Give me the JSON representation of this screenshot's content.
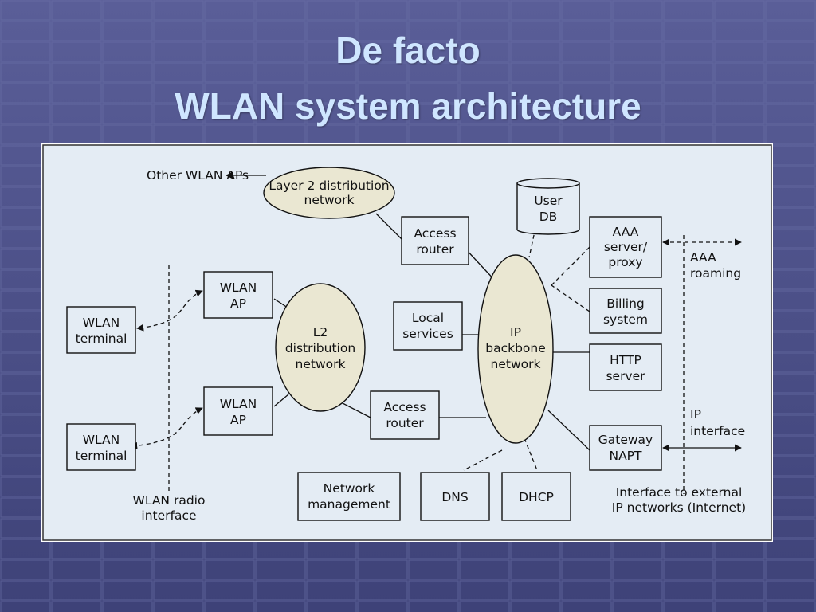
{
  "slide": {
    "title_line1": "De facto",
    "title_line2": "WLAN system architecture"
  },
  "colors": {
    "background": "#4b4f86",
    "title": "#cfe6ff",
    "diagram_bg": "#e4ecf4",
    "oval_fill": "#eae7d2"
  },
  "diagram": {
    "other_aps": "Other WLAN APs",
    "layer2_network": [
      "Layer 2 distribution",
      "network"
    ],
    "access_router_top": [
      "Access",
      "router"
    ],
    "user_db": [
      "User",
      "DB"
    ],
    "aaa_server": [
      "AAA",
      "server/",
      "proxy"
    ],
    "aaa_roaming": [
      "AAA",
      "roaming"
    ],
    "wlan_ap_1": [
      "WLAN",
      "AP"
    ],
    "wlan_ap_2": [
      "WLAN",
      "AP"
    ],
    "wlan_terminal_1": [
      "WLAN",
      "terminal"
    ],
    "wlan_terminal_2": [
      "WLAN",
      "terminal"
    ],
    "l2_network": [
      "L2",
      "distribution",
      "network"
    ],
    "local_services": [
      "Local",
      "services"
    ],
    "ip_backbone": [
      "IP",
      "backbone",
      "network"
    ],
    "billing_system": [
      "Billing",
      "system"
    ],
    "http_server": [
      "HTTP",
      "server"
    ],
    "access_router_bottom": [
      "Access",
      "router"
    ],
    "ip_interface": [
      "IP",
      "interface"
    ],
    "gateway_napt": [
      "Gateway",
      "NAPT"
    ],
    "network_management": [
      "Network",
      "management"
    ],
    "dns": "DNS",
    "dhcp": "DHCP",
    "wlan_radio_interface": [
      "WLAN radio",
      "interface"
    ],
    "external_interface": [
      "Interface to external",
      "IP networks (Internet)"
    ]
  }
}
